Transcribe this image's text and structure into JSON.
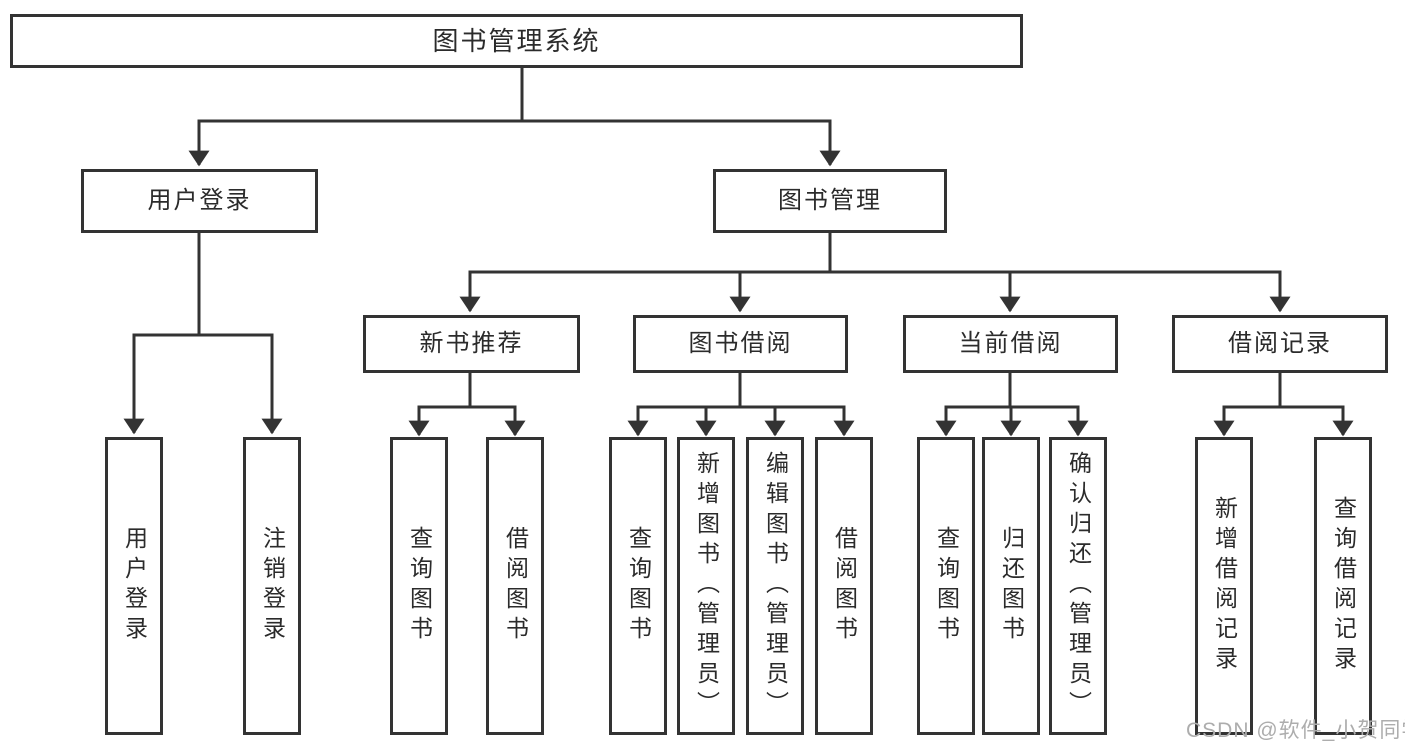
{
  "diagram": {
    "title": "图书管理系统",
    "type": "hierarchy-tree",
    "colors": {
      "line": "#333333",
      "box_border": "#333333",
      "box_background": "#ffffff",
      "text": "#2b2b2b",
      "background": "#ffffff",
      "watermark": "#adadad"
    },
    "nodes": {
      "root": "图书管理系统",
      "user_login": "用户登录",
      "book_management": "图书管理",
      "login": "用户登录",
      "logout": "注销登录",
      "new_book_recommend": "新书推荐",
      "book_borrowing": "图书借阅",
      "current_borrowing": "当前借阅",
      "borrow_records": "借阅记录",
      "nbr_query_books": "查询图书",
      "nbr_borrow_books": "借阅图书",
      "bb_query_books": "查询图书",
      "bb_add_books_admin": "新增图书（管理员）",
      "bb_edit_books_admin": "编辑图书（管理员）",
      "bb_borrow_books": "借阅图书",
      "cb_query_books": "查询图书",
      "cb_return_books": "归还图书",
      "cb_confirm_return_admin": "确认归还（管理员）",
      "br_add_record": "新增借阅记录",
      "br_query_record": "查询借阅记录"
    },
    "hierarchy": {
      "图书管理系统": {
        "用户登录": [
          "用户登录",
          "注销登录"
        ],
        "图书管理": {
          "新书推荐": [
            "查询图书",
            "借阅图书"
          ],
          "图书借阅": [
            "查询图书",
            "新增图书（管理员）",
            "编辑图书（管理员）",
            "借阅图书"
          ],
          "当前借阅": [
            "查询图书",
            "归还图书",
            "确认归还（管理员）"
          ],
          "借阅记录": [
            "新增借阅记录",
            "查询借阅记录"
          ]
        }
      }
    },
    "watermark": "CSDN @软件_小贺同学"
  }
}
